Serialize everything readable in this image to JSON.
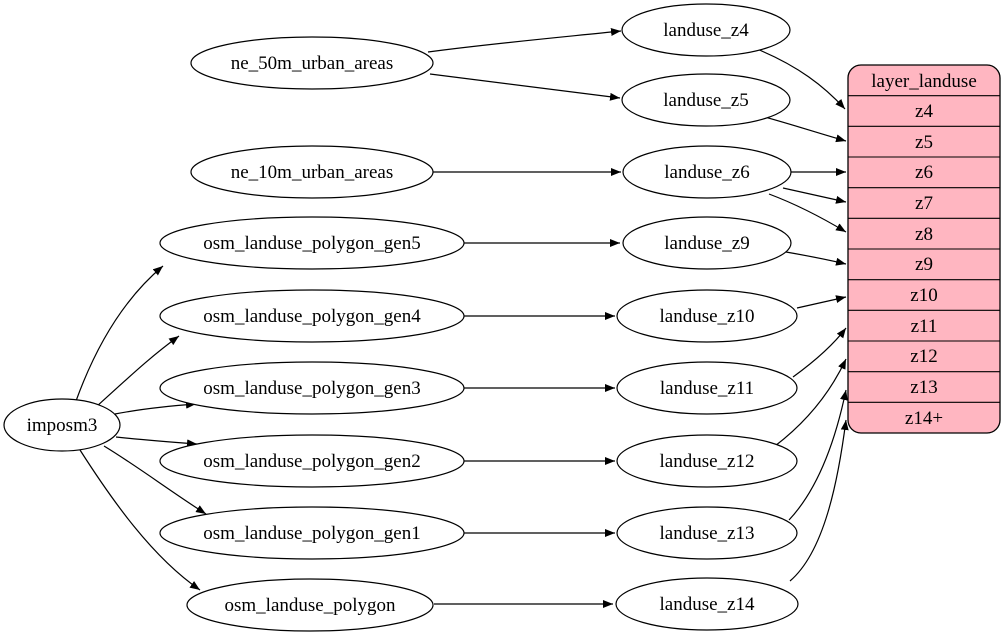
{
  "diagram": {
    "type": "graphviz-dependency-diagram",
    "background_color": "#ffffff",
    "node_fill": "#ffffff",
    "node_stroke": "#000000",
    "edge_color": "#000000"
  },
  "colors": {
    "record_fill": "#ffb6c1"
  },
  "nodes": [
    {
      "id": "imposm3",
      "label": "imposm3"
    },
    {
      "id": "ne_50m_urban_areas",
      "label": "ne_50m_urban_areas"
    },
    {
      "id": "ne_10m_urban_areas",
      "label": "ne_10m_urban_areas"
    },
    {
      "id": "osm_landuse_polygon_gen5",
      "label": "osm_landuse_polygon_gen5"
    },
    {
      "id": "osm_landuse_polygon_gen4",
      "label": "osm_landuse_polygon_gen4"
    },
    {
      "id": "osm_landuse_polygon_gen3",
      "label": "osm_landuse_polygon_gen3"
    },
    {
      "id": "osm_landuse_polygon_gen2",
      "label": "osm_landuse_polygon_gen2"
    },
    {
      "id": "osm_landuse_polygon_gen1",
      "label": "osm_landuse_polygon_gen1"
    },
    {
      "id": "osm_landuse_polygon",
      "label": "osm_landuse_polygon"
    },
    {
      "id": "landuse_z4",
      "label": "landuse_z4"
    },
    {
      "id": "landuse_z5",
      "label": "landuse_z5"
    },
    {
      "id": "landuse_z6",
      "label": "landuse_z6"
    },
    {
      "id": "landuse_z9",
      "label": "landuse_z9"
    },
    {
      "id": "landuse_z10",
      "label": "landuse_z10"
    },
    {
      "id": "landuse_z11",
      "label": "landuse_z11"
    },
    {
      "id": "landuse_z12",
      "label": "landuse_z12"
    },
    {
      "id": "landuse_z13",
      "label": "landuse_z13"
    },
    {
      "id": "landuse_z14",
      "label": "landuse_z14"
    }
  ],
  "record": {
    "title": "layer_landuse",
    "rows": [
      "z4",
      "z5",
      "z6",
      "z7",
      "z8",
      "z9",
      "z10",
      "z11",
      "z12",
      "z13",
      "z14+"
    ]
  },
  "edges": [
    {
      "from": "imposm3",
      "to": "osm_landuse_polygon_gen5"
    },
    {
      "from": "imposm3",
      "to": "osm_landuse_polygon_gen4"
    },
    {
      "from": "imposm3",
      "to": "osm_landuse_polygon_gen3"
    },
    {
      "from": "imposm3",
      "to": "osm_landuse_polygon_gen2"
    },
    {
      "from": "imposm3",
      "to": "osm_landuse_polygon_gen1"
    },
    {
      "from": "imposm3",
      "to": "osm_landuse_polygon"
    },
    {
      "from": "ne_50m_urban_areas",
      "to": "landuse_z4"
    },
    {
      "from": "ne_50m_urban_areas",
      "to": "landuse_z5"
    },
    {
      "from": "ne_10m_urban_areas",
      "to": "landuse_z6"
    },
    {
      "from": "osm_landuse_polygon_gen5",
      "to": "landuse_z9"
    },
    {
      "from": "osm_landuse_polygon_gen4",
      "to": "landuse_z10"
    },
    {
      "from": "osm_landuse_polygon_gen3",
      "to": "landuse_z11"
    },
    {
      "from": "osm_landuse_polygon_gen2",
      "to": "landuse_z12"
    },
    {
      "from": "osm_landuse_polygon_gen1",
      "to": "landuse_z13"
    },
    {
      "from": "osm_landuse_polygon",
      "to": "landuse_z14"
    },
    {
      "from": "landuse_z4",
      "to": "layer_landuse:z4"
    },
    {
      "from": "landuse_z5",
      "to": "layer_landuse:z5"
    },
    {
      "from": "landuse_z6",
      "to": "layer_landuse:z6"
    },
    {
      "from": "landuse_z6",
      "to": "layer_landuse:z7"
    },
    {
      "from": "landuse_z6",
      "to": "layer_landuse:z8"
    },
    {
      "from": "landuse_z9",
      "to": "layer_landuse:z9"
    },
    {
      "from": "landuse_z10",
      "to": "layer_landuse:z10"
    },
    {
      "from": "landuse_z11",
      "to": "layer_landuse:z11"
    },
    {
      "from": "landuse_z12",
      "to": "layer_landuse:z12"
    },
    {
      "from": "landuse_z13",
      "to": "layer_landuse:z13"
    },
    {
      "from": "landuse_z14",
      "to": "layer_landuse:z14+"
    }
  ]
}
